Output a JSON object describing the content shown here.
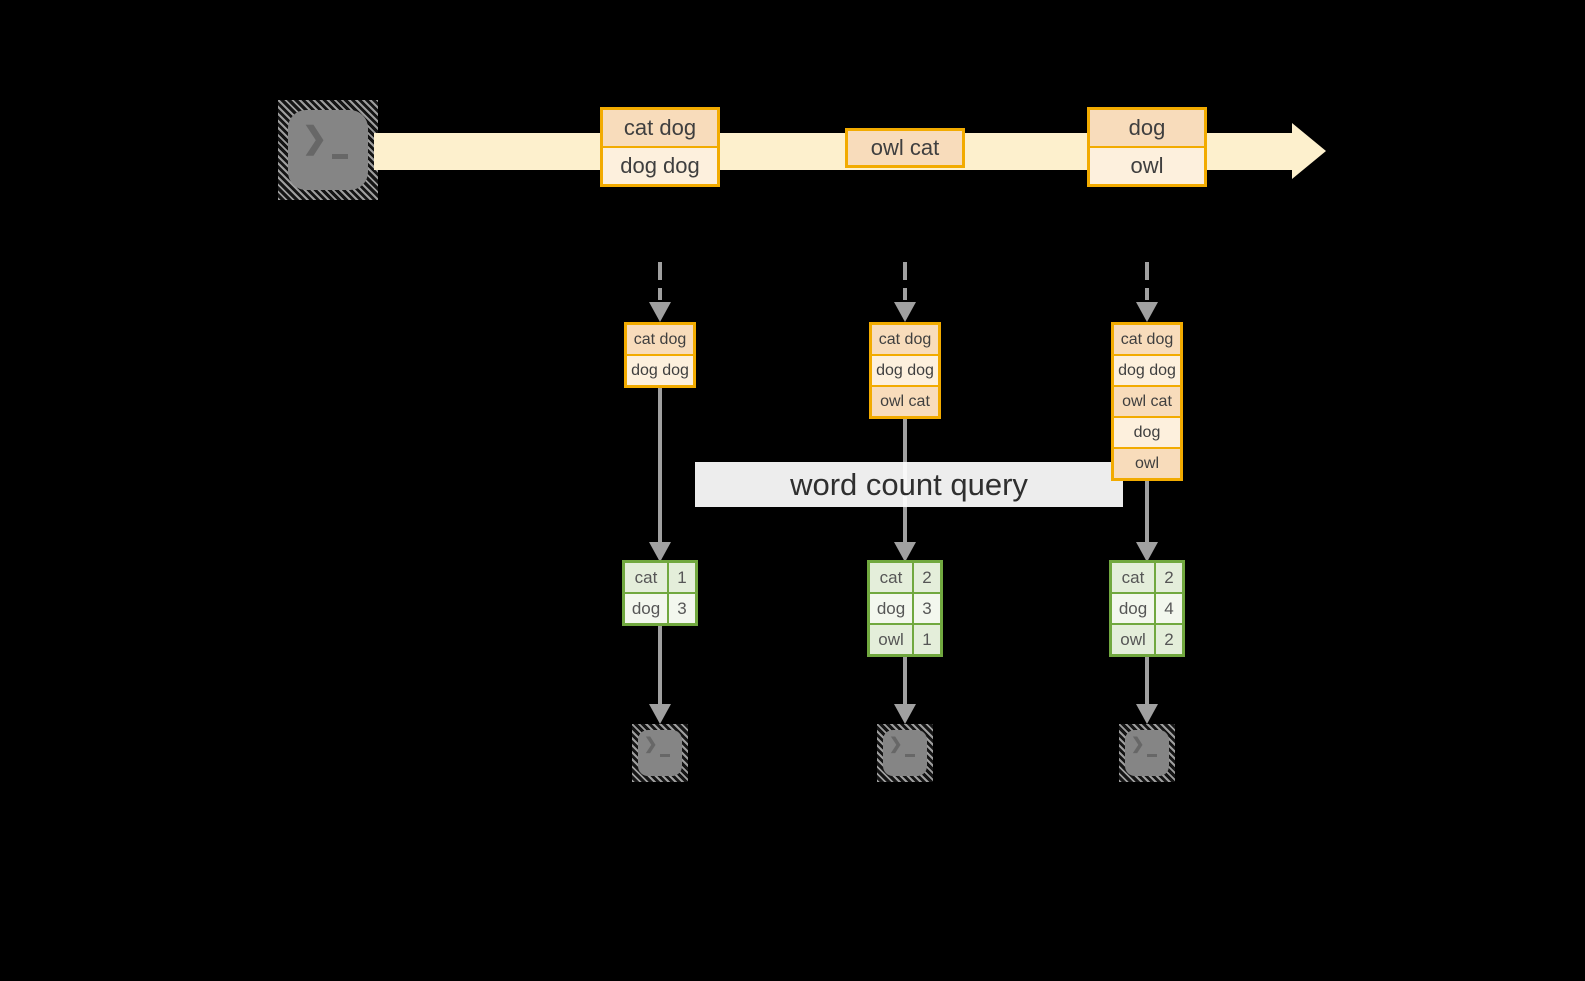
{
  "diagram": {
    "query_label": "word count query",
    "stream_events": [
      {
        "cells": [
          "cat dog",
          "dog dog"
        ]
      },
      {
        "cells": [
          "owl cat"
        ]
      },
      {
        "cells": [
          "dog",
          "owl"
        ]
      }
    ],
    "stages": [
      {
        "received": [
          "cat dog",
          "dog dog"
        ],
        "counts": [
          [
            "cat",
            "1"
          ],
          [
            "dog",
            "3"
          ]
        ]
      },
      {
        "received": [
          "cat dog",
          "dog dog",
          "owl cat"
        ],
        "counts": [
          [
            "cat",
            "2"
          ],
          [
            "dog",
            "3"
          ],
          [
            "owl",
            "1"
          ]
        ]
      },
      {
        "received": [
          "cat dog",
          "dog dog",
          "owl cat",
          "dog",
          "owl"
        ],
        "counts": [
          [
            "cat",
            "2"
          ],
          [
            "dog",
            "4"
          ],
          [
            "owl",
            "2"
          ]
        ]
      }
    ],
    "icons": {
      "source": "terminal-icon",
      "consumers": [
        "terminal-icon",
        "terminal-icon",
        "terminal-icon"
      ]
    },
    "colors": {
      "background": "#000000",
      "stream_fill": "#FDF0CD",
      "event_border": "#F2AB00",
      "event_fill_dark": "#F8DCBB",
      "event_fill_light": "#FDF0DD",
      "table_border": "#71A83F",
      "table_fill_dark": "#E4EEDA",
      "table_fill_light": "#F3F7EE",
      "arrow": "#A0A0A0",
      "terminal": "#858585",
      "query_band_bg": "#FFFFFF"
    }
  }
}
